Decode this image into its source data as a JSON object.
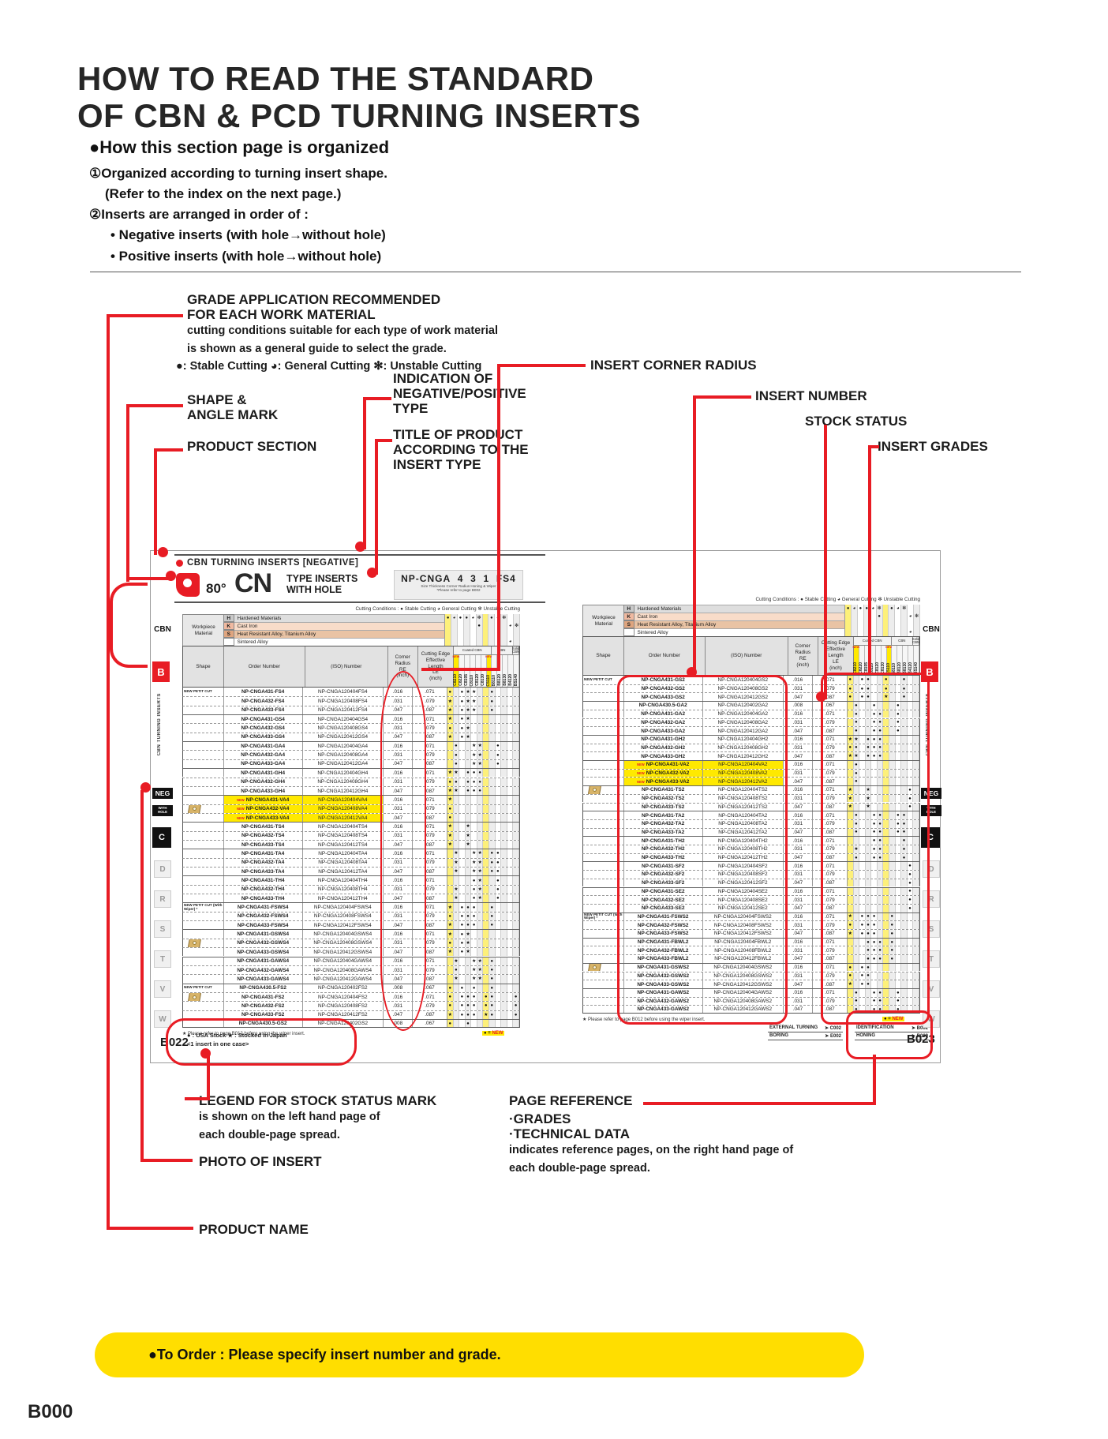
{
  "header": {
    "title_lines": [
      "HOW TO READ THE STANDARD",
      "OF CBN & PCD TURNING INSERTS"
    ]
  },
  "intro": {
    "heading": "●How this section page is organized",
    "lines": [
      "①Organized according to turning insert shape.",
      "(Refer to the index on the next page.)",
      "②Inserts are arranged in order of :",
      "• Negative inserts (with hole→without hole)",
      "• Positive inserts (with hole→without hole)"
    ]
  },
  "callouts": {
    "grade_app": [
      "GRADE APPLICATION RECOMMENDED",
      "FOR EACH WORK MATERIAL"
    ],
    "grade_app_sub": [
      "cutting conditions suitable for each type of work material",
      "is shown as a general guide to select the grade.",
      "●: Stable Cutting  ◕: General Cutting  ✻: Unstable Cutting"
    ],
    "shape_angle": [
      "SHAPE &",
      "ANGLE MARK"
    ],
    "product_section": "PRODUCT SECTION",
    "indication": [
      "INDICATION OF",
      "NEGATIVE/POSITIVE",
      "TYPE"
    ],
    "title_product": [
      "TITLE OF PRODUCT",
      "ACCORDING TO THE",
      "INSERT TYPE"
    ],
    "corner_radius": "INSERT CORNER RADIUS",
    "insert_number": "INSERT NUMBER",
    "stock_status": "STOCK STATUS",
    "insert_grades": "INSERT GRADES",
    "legend_mark": [
      "LEGEND FOR STOCK STATUS MARK",
      "is shown on the left hand page of",
      "each double-page spread."
    ],
    "photo_of_insert": "PHOTO OF INSERT",
    "product_name": "PRODUCT NAME",
    "page_reference": [
      "PAGE REFERENCE",
      "·GRADES",
      "·TECHNICAL DATA",
      "indicates reference pages, on the right hand page of",
      "each double-page spread."
    ]
  },
  "spread": {
    "cutting_conditions": "Cutting Conditions : ● Stable Cutting   ◕ General Cutting   ✻ Unstable Cutting",
    "grade_groups": [
      {
        "name": "Coated CBN",
        "cols": [
          "C8210",
          "C8220",
          "C8105",
          "C8110",
          "C8120",
          "C8130",
          "C5110"
        ]
      },
      {
        "name": "CBN",
        "cols": [
          "B8110",
          "B8120",
          "B8130",
          "B4120"
        ]
      },
      {
        "name": "Solid CBN",
        "cols": [
          "BS140"
        ]
      }
    ],
    "new_grade_cols": [
      0,
      6
    ],
    "new_tag": "NEW",
    "columns": {
      "shape": "Shape",
      "order": "Order Number",
      "iso": "(ISO) Number",
      "re": [
        "Corner",
        "Radius",
        "RE",
        "(inch)"
      ],
      "le": [
        "Cutting Edge",
        "Effective",
        "Length",
        "LE",
        "(inch)"
      ]
    },
    "workpiece": {
      "label": [
        "Workpiece",
        "Material"
      ],
      "rows": [
        [
          "H",
          "Hardened Materials",
          "SGSSGX-SGX--"
        ],
        [
          "K",
          "Cast Iron",
          "-----S----GX"
        ],
        [
          "S",
          "Heat Resistant Alloy, Titanium Alloy",
          "------------"
        ],
        [
          "",
          "Sintered Alloy",
          "----------G-"
        ]
      ]
    },
    "sidebar": {
      "top": "CBN",
      "b": "B",
      "vertical": "CBN TURNING INSERTS",
      "neg": "NEG",
      "hole": [
        "WITH",
        "HOLE"
      ],
      "c": "C",
      "letters": [
        "D",
        "R",
        "S",
        "T",
        "V",
        "W"
      ]
    },
    "left": {
      "section_label": "CBN TURNING INSERTS [NEGATIVE]",
      "angle": "80°",
      "shape_code": "CN",
      "type_lines": [
        "TYPE INSERTS",
        "WITH HOLE"
      ],
      "part_code": {
        "prefix": "NP-CNGA",
        "segments": [
          "4",
          "3",
          "1",
          "FS4"
        ],
        "segment_labels": "Size Thickness Corner Radius Honing & Wiper",
        "note": "*Please refer to page B002"
      },
      "footnote": "★ Please refer to page B012 before using the wiper insert.",
      "new_note": "● = NEW",
      "page_no": "B022",
      "stock_legend": [
        "● : USA Stock    ★ : Stocked in Japan",
        "<1 insert in one case>"
      ],
      "rows": [
        [
          "NP-CNGA431-FS4",
          "NP-CNGA120404FS4",
          ".016",
          ".071",
          "S-SJJ--S----",
          "g",
          "NEW PETIT CUT"
        ],
        [
          "NP-CNGA432-FS4",
          "NP-CNGA120408FS4",
          ".031",
          ".079",
          "J-SJJ--S----",
          ""
        ],
        [
          "NP-CNGA433-FS4",
          "NP-CNGA120412FS4",
          ".047",
          ".087",
          "J-SJJ--S----",
          ""
        ],
        [
          "NP-CNGA431-GS4",
          "NP-CNGA120404GS4",
          ".016",
          ".071",
          "J-SJ--------",
          "g"
        ],
        [
          "NP-CNGA432-GS4",
          "NP-CNGA120408GS4",
          ".031",
          ".079",
          "S-SJ--------",
          ""
        ],
        [
          "NP-CNGA433-GS4",
          "NP-CNGA120412GS4",
          ".047",
          ".087",
          "J-SJ--------",
          ""
        ],
        [
          "NP-CNGA431-GA4",
          "NP-CNGA120404GA4",
          ".016",
          ".071",
          "-S--JJ--S---",
          "g"
        ],
        [
          "NP-CNGA432-GA4",
          "NP-CNGA120408GA4",
          ".031",
          ".079",
          "-S--JJ--S---",
          ""
        ],
        [
          "NP-CNGA433-GA4",
          "NP-CNGA120412GA4",
          ".047",
          ".087",
          "-S--JJ--S---",
          ""
        ],
        [
          "NP-CNGA431-GH4",
          "NP-CNGA120404GH4",
          ".016",
          ".071",
          "JJ-SSS------",
          "g"
        ],
        [
          "NP-CNGA432-GH4",
          "NP-CNGA120408GH4",
          ".031",
          ".079",
          "SS-SSS------",
          ""
        ],
        [
          "NP-CNGA433-GH4",
          "NP-CNGA120412GH4",
          ".047",
          ".087",
          "JJ-SSS------",
          ""
        ],
        [
          "NP-CNGA431-VA4",
          "NP-CNGA120404VA4",
          ".016",
          ".071",
          "J-----------",
          "gn"
        ],
        [
          "NP-CNGA432-VA4",
          "NP-CNGA120408VA4",
          ".031",
          ".079",
          "S-----------",
          "np"
        ],
        [
          "NP-CNGA433-VA4",
          "NP-CNGA120412VA4",
          ".047",
          ".087",
          "S-----------",
          "n"
        ],
        [
          "NP-CNGA431-TS4",
          "NP-CNGA120404TS4",
          ".016",
          ".071",
          "J--J--------",
          "g"
        ],
        [
          "NP-CNGA432-TS4",
          "NP-CNGA120408TS4",
          ".031",
          ".079",
          "J--J--------",
          ""
        ],
        [
          "NP-CNGA433-TS4",
          "NP-CNGA120412TS4",
          ".047",
          ".087",
          "J--J--------",
          ""
        ],
        [
          "NP-CNGA431-TA4",
          "NP-CNGA120404TA4",
          ".016",
          ".071",
          "-J--JJ-SS---",
          "g"
        ],
        [
          "NP-CNGA432-TA4",
          "NP-CNGA120408TA4",
          ".031",
          ".079",
          "-J--JJ-SS---",
          ""
        ],
        [
          "NP-CNGA433-TA4",
          "NP-CNGA120412TA4",
          ".047",
          ".087",
          "-J--JJ-SS---",
          ""
        ],
        [
          "NP-CNGA431-TH4",
          "NP-CNGA120404TH4",
          ".016",
          ".071",
          "----SJ--S---",
          "g"
        ],
        [
          "NP-CNGA432-TH4",
          "NP-CNGA120408TH4",
          ".031",
          ".079",
          "-J--SJ--S---",
          ""
        ],
        [
          "NP-CNGA433-TH4",
          "NP-CNGA120412TH4",
          ".047",
          ".087",
          "-J--SJ--S---",
          ""
        ],
        [
          "NP-CNGA431-FSWS4",
          "NP-CNGA120404FSWS4",
          ".016",
          ".071",
          "J-SSS--S----",
          "g",
          "NEW PETIT CUT (With Wiper) *"
        ],
        [
          "NP-CNGA432-FSWS4",
          "NP-CNGA120408FSWS4",
          ".031",
          ".079",
          "S-SSS--S----",
          ""
        ],
        [
          "NP-CNGA433-FSWS4",
          "NP-CNGA120412FSWS4",
          ".047",
          ".087",
          "J-SSS--S----",
          ""
        ],
        [
          "NP-CNGA431-GSWS4",
          "NP-CNGA120404GSWS4",
          ".016",
          ".071",
          "J-SJ--------",
          "g"
        ],
        [
          "NP-CNGA432-GSWS4",
          "NP-CNGA120408GSWS4",
          ".031",
          ".079",
          "S-SJ--------",
          "p"
        ],
        [
          "NP-CNGA433-GSWS4",
          "NP-CNGA120412GSWS4",
          ".047",
          ".087",
          "J-SJ--------",
          ""
        ],
        [
          "NP-CNGA431-GAWS4",
          "NP-CNGA120404GAWS4",
          ".016",
          ".071",
          "-J--JJ-S----",
          "g"
        ],
        [
          "NP-CNGA432-GAWS4",
          "NP-CNGA120408GAWS4",
          ".031",
          ".079",
          "-S--JJ-S----",
          ""
        ],
        [
          "NP-CNGA433-GAWS4",
          "NP-CNGA120412GAWS4",
          ".047",
          ".087",
          "-J--JJ-S----",
          ""
        ],
        [
          "NP-CNGA430.5-FS2",
          "NP-CNGA120402FS2",
          ".008",
          ".067",
          "S-S-S--S----",
          "g",
          "NEW PETIT CUT"
        ],
        [
          "NP-CNGA431-FS2",
          "NP-CNGA120404FS2",
          ".016",
          ".071",
          "S-SSS-SS---S",
          "p"
        ],
        [
          "NP-CNGA432-FS2",
          "NP-CNGA120408FS2",
          ".031",
          ".079",
          "S-SSS-SS---S",
          ""
        ],
        [
          "NP-CNGA433-FS2",
          "NP-CNGA120412FS2",
          ".047",
          ".087",
          "J-SSS-JS---S",
          ""
        ],
        [
          "NP-CNGA430.5-GS2",
          "NP-CNGA120402GS2",
          ".008",
          ".067",
          "S--S--------",
          "g"
        ]
      ]
    },
    "right": {
      "footnote": "★ Please refer to page B012 before using the wiper insert.",
      "new_note": "● = NEW",
      "page_no": "B023",
      "refs_a": [
        [
          "EXTERNAL TURNING",
          "➤ C002"
        ],
        [
          "BORING",
          "➤ E002"
        ]
      ],
      "refs_b": [
        [
          "IDENTIFICATION",
          "➤ B002"
        ],
        [
          "HONING",
          "➤ B009"
        ]
      ],
      "rows": [
        [
          "NP-CNGA431-GS2",
          "NP-CNGA120404GS2",
          ".016",
          ".071",
          "S-SS--S--S--",
          "g",
          "NEW PETIT CUT"
        ],
        [
          "NP-CNGA432-GS2",
          "NP-CNGA120408GS2",
          ".031",
          ".079",
          "S-SS--S--S--",
          ""
        ],
        [
          "NP-CNGA433-GS2",
          "NP-CNGA120412GS2",
          ".047",
          ".087",
          "S-SS--J--S--",
          ""
        ],
        [
          "NP-CNGA430.5-GA2",
          "NP-CNGA120402GA2",
          ".008",
          ".067",
          "-S--S---S---",
          "g"
        ],
        [
          "NP-CNGA431-GA2",
          "NP-CNGA120404GA2",
          ".016",
          ".071",
          "-S--SS--S---",
          ""
        ],
        [
          "NP-CNGA432-GA2",
          "NP-CNGA120408GA2",
          ".031",
          ".079",
          "-S--SS--S---",
          ""
        ],
        [
          "NP-CNGA433-GA2",
          "NP-CNGA120412GA2",
          ".047",
          ".087",
          "-S--SS--S---",
          ""
        ],
        [
          "NP-CNGA431-GH2",
          "NP-CNGA120404GH2",
          ".016",
          ".071",
          "JJ-SSS------",
          "g"
        ],
        [
          "NP-CNGA432-GH2",
          "NP-CNGA120408GH2",
          ".031",
          ".079",
          "SS-SSS------",
          ""
        ],
        [
          "NP-CNGA433-GH2",
          "NP-CNGA120412GH2",
          ".047",
          ".087",
          "JJ-SSS------",
          ""
        ],
        [
          "NP-CNGA431-VA2",
          "NP-CNGA120404VA2",
          ".016",
          ".071",
          "-S----------",
          "gn"
        ],
        [
          "NP-CNGA432-VA2",
          "NP-CNGA120408VA2",
          ".031",
          ".079",
          "-S----------",
          "n"
        ],
        [
          "NP-CNGA433-VA2",
          "NP-CNGA120412VA2",
          ".047",
          ".087",
          "-S----------",
          "n"
        ],
        [
          "NP-CNGA431-TS2",
          "NP-CNGA120404TS2",
          ".016",
          ".071",
          "J--J------S-",
          "gp"
        ],
        [
          "NP-CNGA432-TS2",
          "NP-CNGA120408TS2",
          ".031",
          ".079",
          "J--J------S-",
          ""
        ],
        [
          "NP-CNGA433-TS2",
          "NP-CNGA120412TS2",
          ".047",
          ".087",
          "J--J------S-",
          ""
        ],
        [
          "NP-CNGA431-TA2",
          "NP-CNGA120404TA2",
          ".016",
          ".071",
          "-S--SS--SS--",
          "g"
        ],
        [
          "NP-CNGA432-TA2",
          "NP-CNGA120408TA2",
          ".031",
          ".079",
          "-S--SS--SS--",
          ""
        ],
        [
          "NP-CNGA433-TA2",
          "NP-CNGA120412TA2",
          ".047",
          ".087",
          "-S--SS--SS--",
          ""
        ],
        [
          "NP-CNGA431-TH2",
          "NP-CNGA120404TH2",
          ".016",
          ".071",
          "----SS---S--",
          "g"
        ],
        [
          "NP-CNGA432-TH2",
          "NP-CNGA120408TH2",
          ".031",
          ".079",
          "-J--SS---S--",
          ""
        ],
        [
          "NP-CNGA433-TH2",
          "NP-CNGA120412TH2",
          ".047",
          ".087",
          "-S--SS---S--",
          ""
        ],
        [
          "NP-CNGA431-SF2",
          "NP-CNGA120404SF2",
          ".016",
          ".071",
          "----------S-",
          "g"
        ],
        [
          "NP-CNGA432-SF2",
          "NP-CNGA120408SF2",
          ".031",
          ".079",
          "----------S-",
          ""
        ],
        [
          "NP-CNGA433-SF2",
          "NP-CNGA120412SF2",
          ".047",
          ".087",
          "----------S-",
          ""
        ],
        [
          "NP-CNGA431-SE2",
          "NP-CNGA120404SE2",
          ".016",
          ".071",
          "----------S-",
          "g"
        ],
        [
          "NP-CNGA432-SE2",
          "NP-CNGA120408SE2",
          ".031",
          ".079",
          "----------S-",
          ""
        ],
        [
          "NP-CNGA433-SE2",
          "NP-CNGA120412SE2",
          ".047",
          ".087",
          "----------S-",
          ""
        ],
        [
          "NP-CNGA431-FSWS2",
          "NP-CNGA120404FSWS2",
          ".016",
          ".071",
          "J-SSS--S----",
          "g",
          "NEW PETIT CUT (With Wiper) *"
        ],
        [
          "NP-CNGA432-FSWS2",
          "NP-CNGA120408FSWS2",
          ".031",
          ".079",
          "S-SSS--S----",
          ""
        ],
        [
          "NP-CNGA433-FSWS2",
          "NP-CNGA120412FSWS2",
          ".047",
          ".087",
          "J-SSS--S----",
          ""
        ],
        [
          "NP-CNGA431-FBWL2",
          "NP-CNGA120404FBWL2",
          ".016",
          ".071",
          "---SSS-S----",
          "g"
        ],
        [
          "NP-CNGA432-FBWL2",
          "NP-CNGA120408FBWL2",
          ".031",
          ".079",
          "---SSS-S----",
          ""
        ],
        [
          "NP-CNGA433-FBWL2",
          "NP-CNGA120412FBWL2",
          ".047",
          ".087",
          "---SSS-S----",
          ""
        ],
        [
          "NP-CNGA431-GSWS2",
          "NP-CNGA120404GSWS2",
          ".016",
          ".071",
          "S-SS--------",
          "gp"
        ],
        [
          "NP-CNGA432-GSWS2",
          "NP-CNGA120408GSWS2",
          ".031",
          ".079",
          "S-SS--------",
          ""
        ],
        [
          "NP-CNGA433-GSWS2",
          "NP-CNGA120412GSWS2",
          ".047",
          ".087",
          "J-SS--------",
          ""
        ],
        [
          "NP-CNGA431-GAWS2",
          "NP-CNGA120404GAWS2",
          ".016",
          ".071",
          "-S--SS--S---",
          "g"
        ],
        [
          "NP-CNGA432-GAWS2",
          "NP-CNGA120408GAWS2",
          ".031",
          ".079",
          "-S--SS--S---",
          ""
        ],
        [
          "NP-CNGA433-GAWS2",
          "NP-CNGA120412GAWS2",
          ".047",
          ".087",
          "-S--SS--S---",
          ""
        ]
      ]
    }
  },
  "banner": "●To Order : Please specify insert number and grade.",
  "footer_page_no": "B000"
}
